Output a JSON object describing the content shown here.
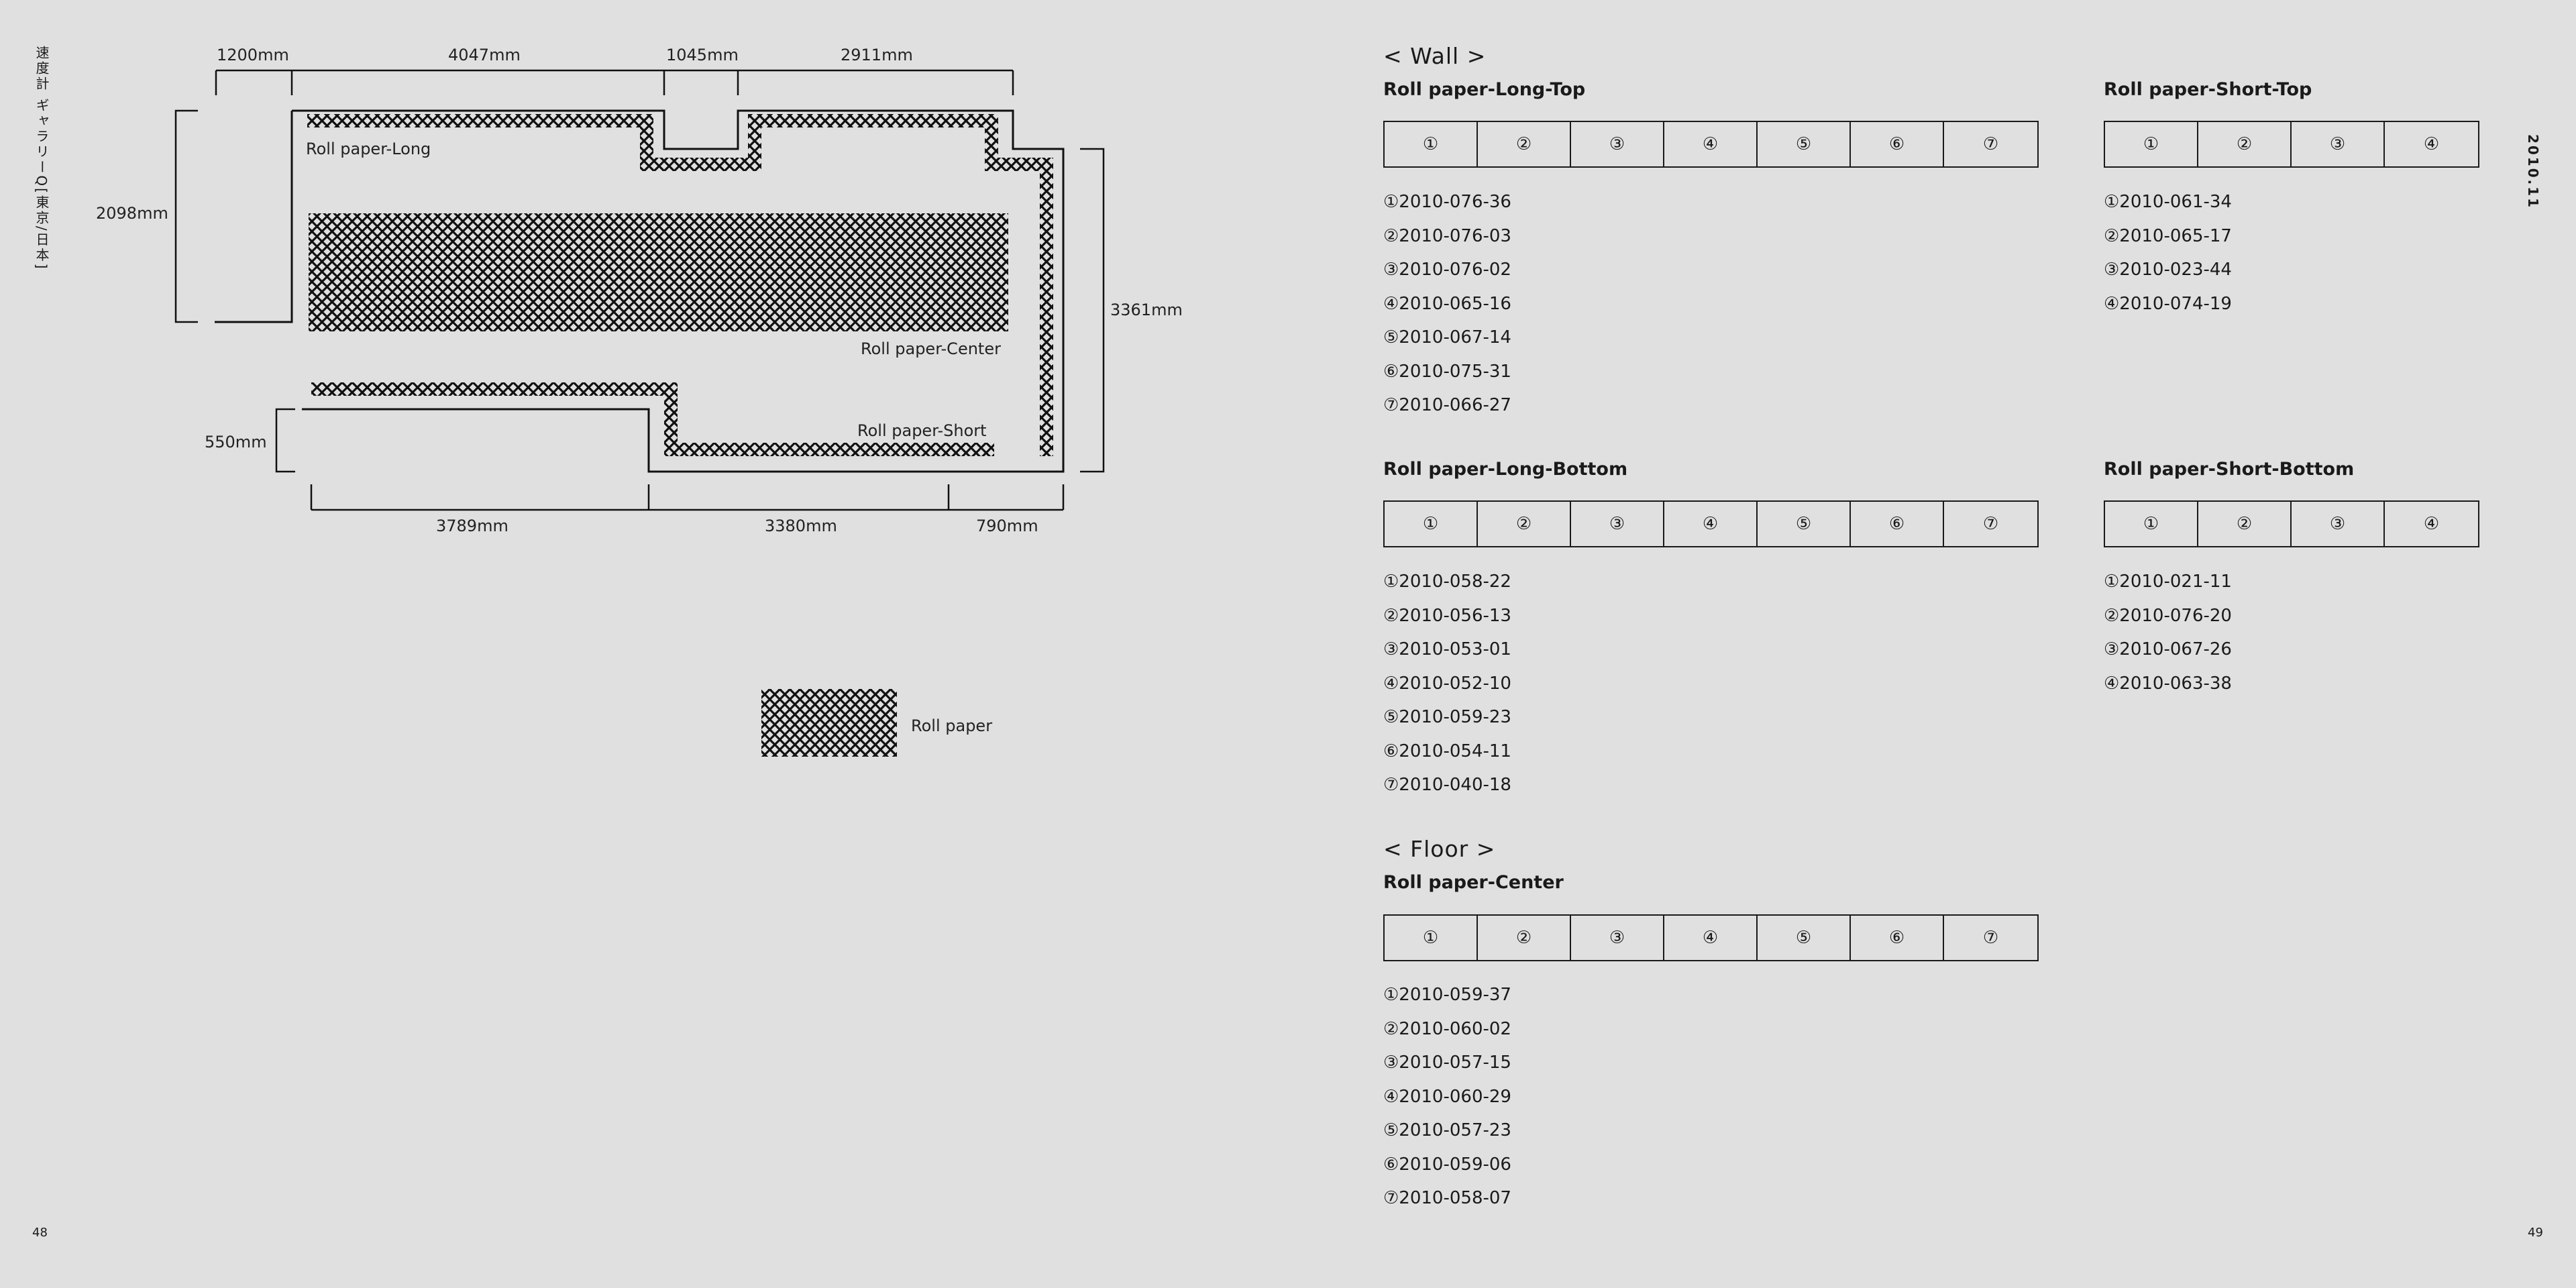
{
  "left_page": {
    "side_caption": "速度計 ギャラリーQ[東京/日本]",
    "page_number": "48",
    "dimensions": {
      "top": [
        "1200mm",
        "4047mm",
        "1045mm",
        "2911mm"
      ],
      "left": "2098mm",
      "right": "3361mm",
      "small_left": "550mm",
      "bottom": [
        "3789mm",
        "3380mm",
        "790mm"
      ]
    },
    "labels": {
      "long": "Roll paper-Long",
      "center": "Roll paper-Center",
      "short": "Roll paper-Short"
    },
    "legend": {
      "label": "Roll paper"
    }
  },
  "right_page": {
    "date_caption": "2010.11",
    "page_number": "49",
    "wall_heading": "< Wall >",
    "floor_heading": "< Floor >",
    "groups": {
      "long_top": {
        "title": "Roll paper-Long-Top",
        "cells": [
          "①",
          "②",
          "③",
          "④",
          "⑤",
          "⑥",
          "⑦"
        ],
        "codes": [
          "①2010-076-36",
          "②2010-076-03",
          "③2010-076-02",
          "④2010-065-16",
          "⑤2010-067-14",
          "⑥2010-075-31",
          "⑦2010-066-27"
        ]
      },
      "short_top": {
        "title": "Roll paper-Short-Top",
        "cells": [
          "①",
          "②",
          "③",
          "④"
        ],
        "codes": [
          "①2010-061-34",
          "②2010-065-17",
          "③2010-023-44",
          "④2010-074-19"
        ]
      },
      "long_bottom": {
        "title": "Roll paper-Long-Bottom",
        "cells": [
          "①",
          "②",
          "③",
          "④",
          "⑤",
          "⑥",
          "⑦"
        ],
        "codes": [
          "①2010-058-22",
          "②2010-056-13",
          "③2010-053-01",
          "④2010-052-10",
          "⑤2010-059-23",
          "⑥2010-054-11",
          "⑦2010-040-18"
        ]
      },
      "short_bottom": {
        "title": "Roll paper-Short-Bottom",
        "cells": [
          "①",
          "②",
          "③",
          "④"
        ],
        "codes": [
          "①2010-021-11",
          "②2010-076-20",
          "③2010-067-26",
          "④2010-063-38"
        ]
      },
      "center": {
        "title": "Roll paper-Center",
        "cells": [
          "①",
          "②",
          "③",
          "④",
          "⑤",
          "⑥",
          "⑦"
        ],
        "codes": [
          "①2010-059-37",
          "②2010-060-02",
          "③2010-057-15",
          "④2010-060-29",
          "⑤2010-057-23",
          "⑥2010-059-06",
          "⑦2010-058-07"
        ]
      }
    }
  }
}
